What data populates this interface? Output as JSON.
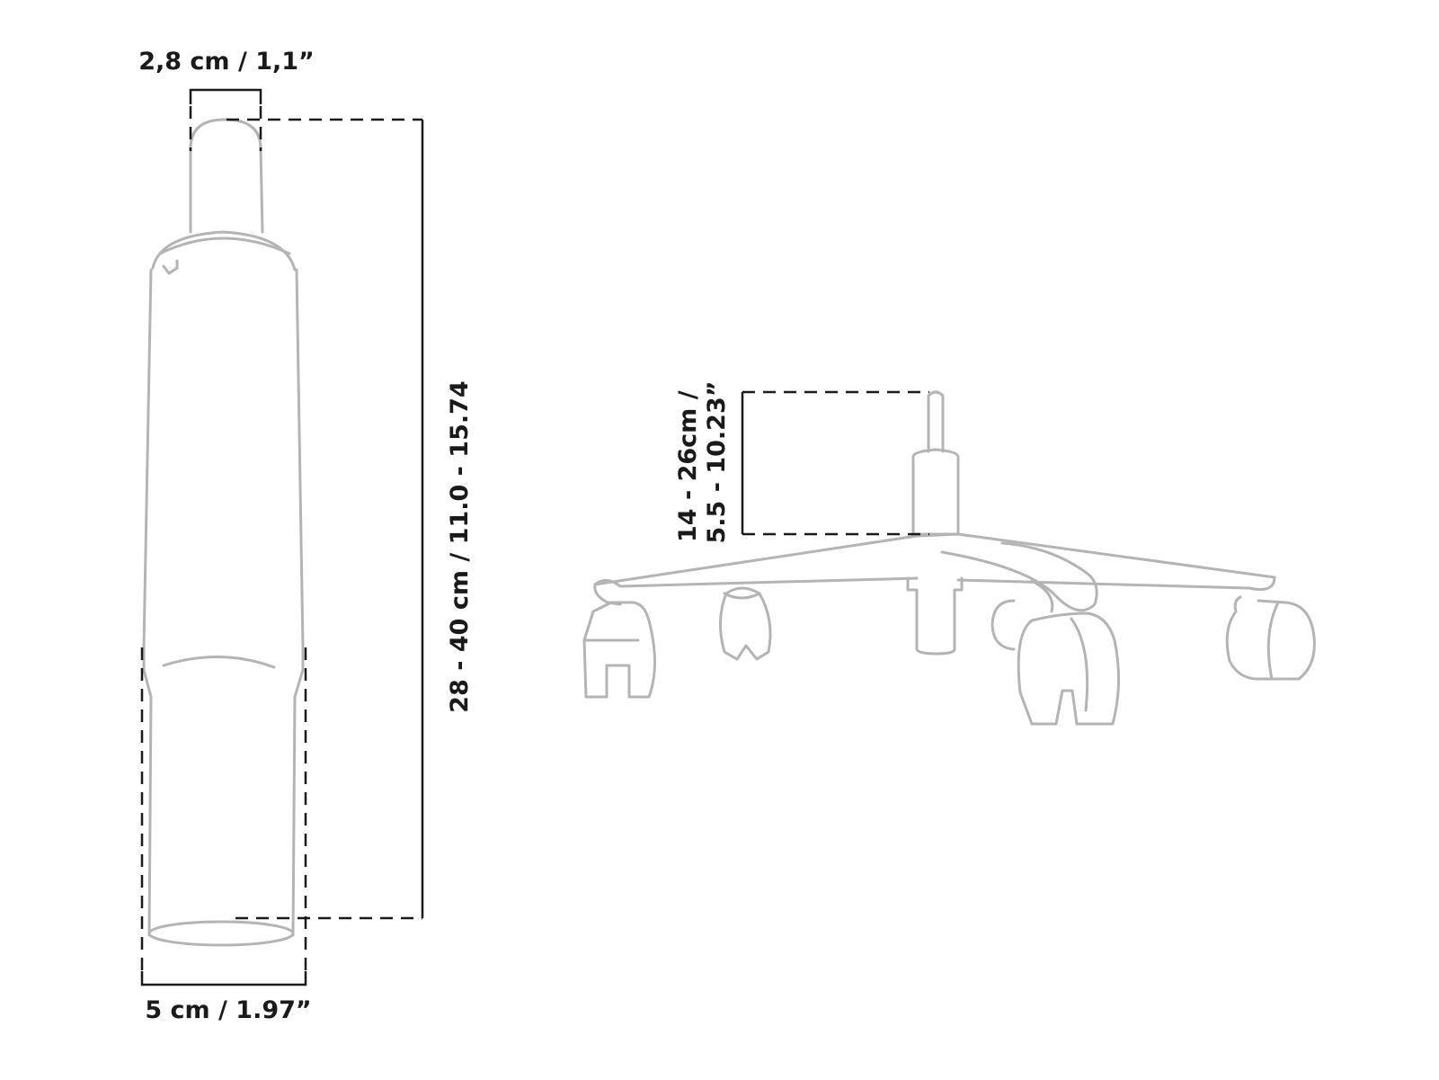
{
  "colors": {
    "outline": "#b4b4b4",
    "dimension": "#1a1a1a",
    "background": "#ffffff"
  },
  "gas_lift": {
    "top_diameter_label": "2,8 cm / 1,1”",
    "total_length_label": "28 - 40 cm / 11.0 - 15.74",
    "bottom_diameter_label": "5 cm / 1.97”"
  },
  "chair_base": {
    "lift_height_label_line1": "14 - 26cm /",
    "lift_height_label_line2": "5.5 - 10.23”"
  }
}
